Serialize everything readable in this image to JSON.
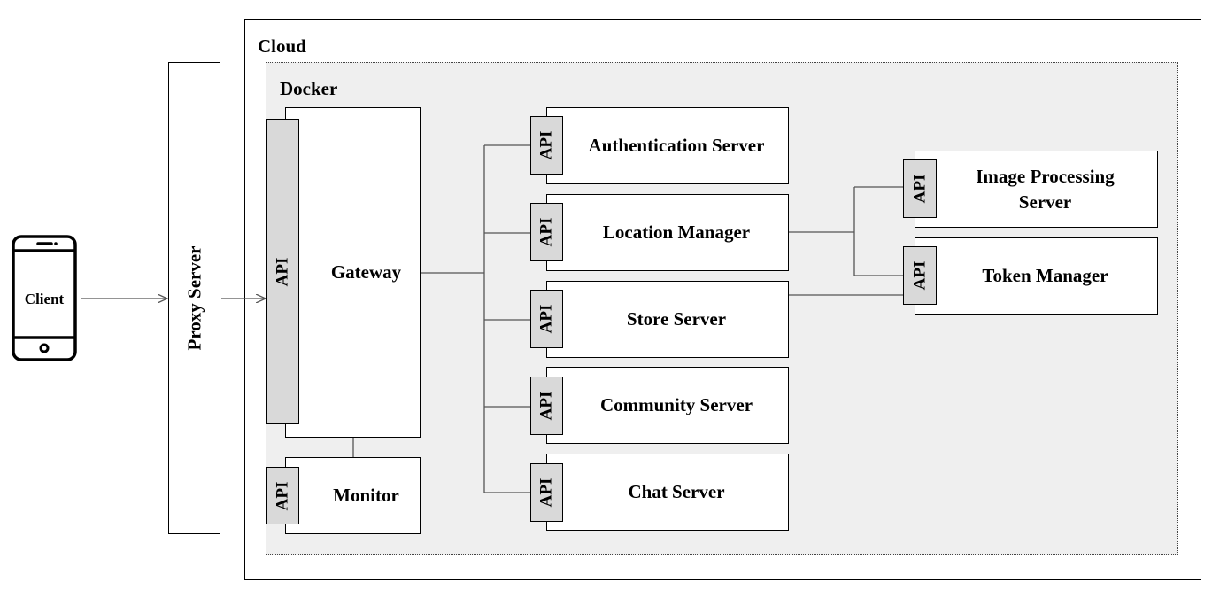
{
  "client": {
    "label": "Client",
    "icon": "smartphone-icon"
  },
  "proxy": {
    "label": "Proxy Server"
  },
  "cloud": {
    "label": "Cloud"
  },
  "docker": {
    "label": "Docker"
  },
  "api_label": "API",
  "gateway": {
    "label": "Gateway"
  },
  "monitor": {
    "label": "Monitor"
  },
  "services": [
    {
      "label": "Authentication Server"
    },
    {
      "label": "Location Manager"
    },
    {
      "label": "Store Server"
    },
    {
      "label": "Community Server"
    },
    {
      "label": "Chat Server"
    }
  ],
  "backend": [
    {
      "label": "Image Processing Server"
    },
    {
      "label": "Token Manager"
    }
  ],
  "colors": {
    "api_fill": "#d9d9d9",
    "docker_fill": "#efefef",
    "line": "#555555"
  }
}
